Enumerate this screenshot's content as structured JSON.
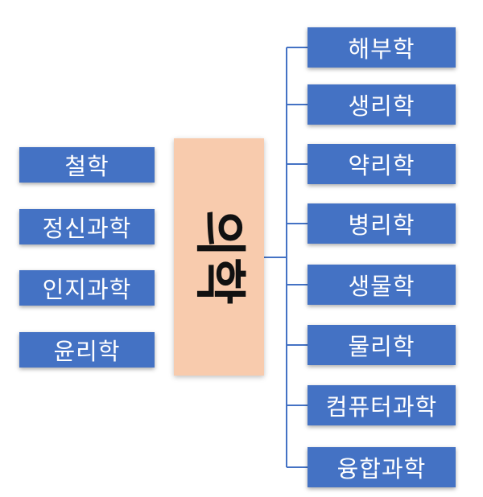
{
  "center": {
    "label": "의학"
  },
  "left_items": [
    "철학",
    "정신과학",
    "인지과학",
    "윤리학"
  ],
  "right_items": [
    "해부학",
    "생리학",
    "약리학",
    "병리학",
    "생물학",
    "물리학",
    "컴퓨터과학",
    "융합과학"
  ],
  "colors": {
    "box": "#4472c4",
    "center": "#f8cbad",
    "line": "#4472c4"
  }
}
